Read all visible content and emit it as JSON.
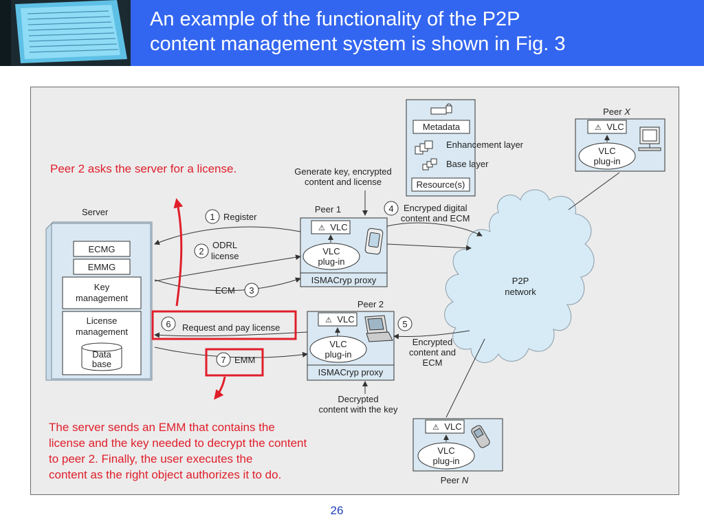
{
  "slide": {
    "title_line1": "An example of the functionality of the P2P",
    "title_line2": "content management system is shown in Fig. 3",
    "page_number": "26"
  },
  "annotations": {
    "top_line": "Peer 2 asks the server for a license.",
    "bottom_lines": [
      "The server sends an EMM that contains the",
      "license and the key needed to decrypt the content",
      "to peer 2. Finally, the user executes the",
      "content as the right object authorizes it to do."
    ]
  },
  "server": {
    "label": "Server",
    "ecmg": "ECMG",
    "emmg": "EMMG",
    "key_mgmt": [
      "Key",
      "management"
    ],
    "license_mgmt": [
      "License",
      "management"
    ],
    "database": [
      "Data",
      "base"
    ]
  },
  "peer1": {
    "label": "Peer 1",
    "vlc": "VLC",
    "plugin": [
      "VLC",
      "plug-in"
    ],
    "proxy": "ISMACryp proxy"
  },
  "peer2": {
    "label": "Peer 2",
    "vlc": "VLC",
    "plugin": [
      "VLC",
      "plug-in"
    ],
    "proxy": "ISMACryp proxy"
  },
  "peerx": {
    "label": "Peer",
    "label_var": "X",
    "vlc": "VLC",
    "plugin": [
      "VLC",
      "plug-in"
    ]
  },
  "peern": {
    "label": "Peer",
    "label_var": "N",
    "vlc": "VLC",
    "plugin": [
      "VLC",
      "plug-in"
    ]
  },
  "resource_box": {
    "metadata": "Metadata",
    "enhancement": "Enhancement layer",
    "base": "Base layer",
    "resources": "Resource(s)"
  },
  "network": [
    "P2P",
    "network"
  ],
  "generate_key": [
    "Generate key, encrypted",
    "content and license"
  ],
  "decrypted": [
    "Decrypted",
    "content with the key"
  ],
  "steps": [
    {
      "num": "1",
      "lines": [
        "Register"
      ]
    },
    {
      "num": "2",
      "lines": [
        "ODRL",
        "license"
      ]
    },
    {
      "num": "3",
      "lines": [
        "ECM"
      ]
    },
    {
      "num": "4",
      "lines": [
        "Encryped digital",
        "content and ECM"
      ]
    },
    {
      "num": "5",
      "lines": [
        "Encrypted",
        "content and",
        "ECM"
      ]
    },
    {
      "num": "6",
      "lines": [
        "Request and pay license"
      ]
    },
    {
      "num": "7",
      "lines": [
        "EMM"
      ]
    }
  ],
  "colors": {
    "header": "#3366f0",
    "highlight": "#e01e2a",
    "box_fill": "#d9e8f2",
    "box_stroke": "#4a5a66"
  }
}
